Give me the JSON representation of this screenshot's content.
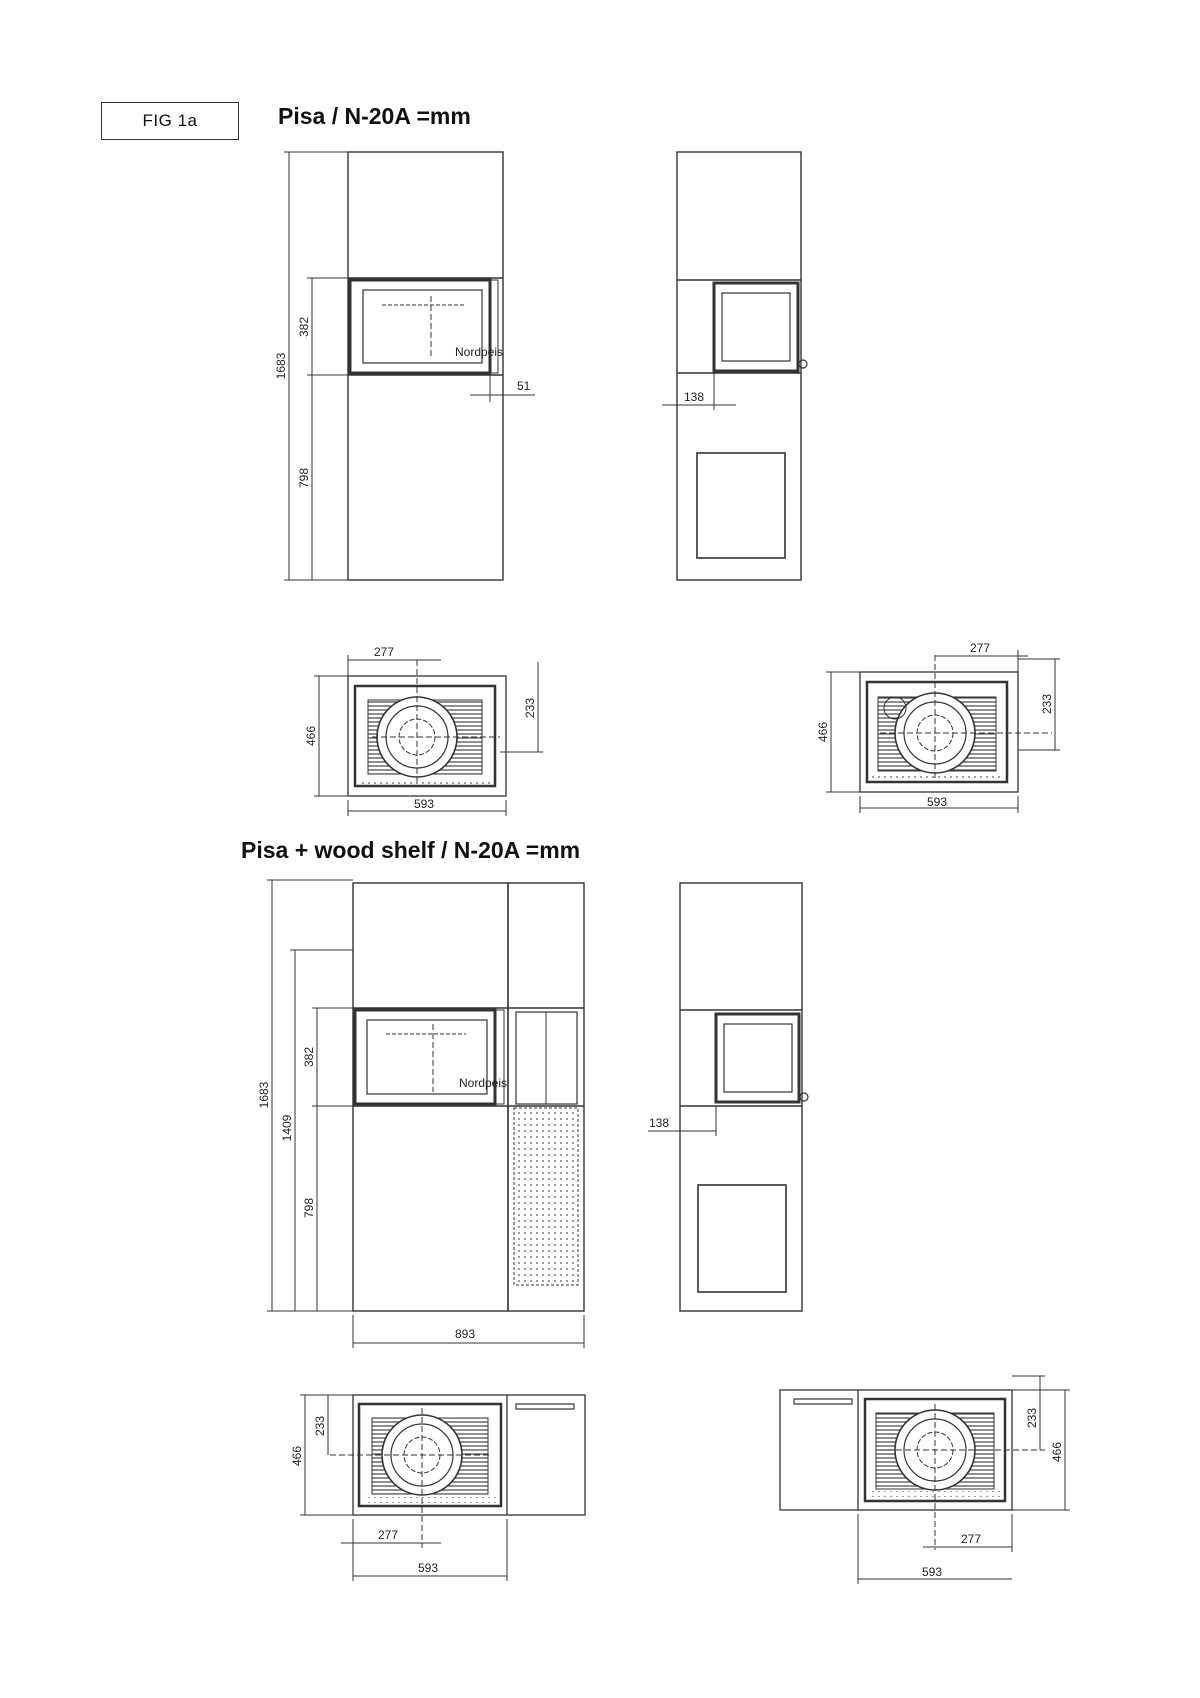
{
  "fig_label": "FIG 1a",
  "title_1": "Pisa / N-20A =mm",
  "title_2": "Pisa + wood shelf / N-20A =mm",
  "brand_mark": "Nordpeis",
  "dims": {
    "total_height": "1683",
    "door_height": "382",
    "base_height": "798",
    "door_offset": "51",
    "side_offset": "138",
    "top_half_width": "277",
    "top_depth": "466",
    "top_center_depth": "233",
    "top_width": "593",
    "shelf_height": "1409",
    "shelf_total_width": "893"
  }
}
